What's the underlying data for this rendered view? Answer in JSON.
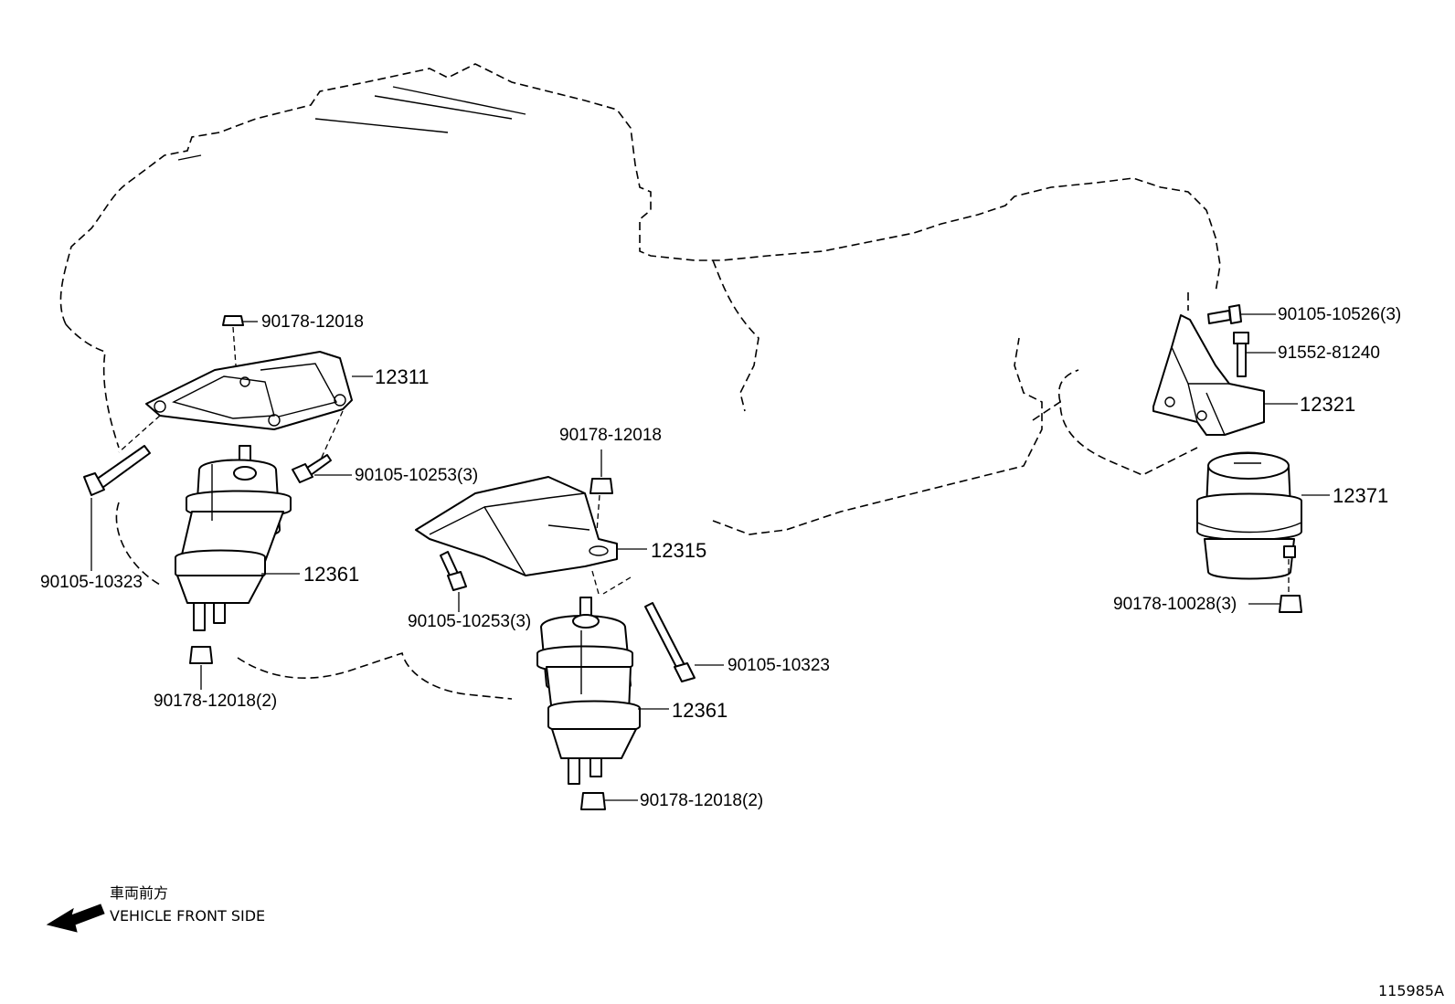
{
  "callouts": {
    "nut_top_left": "90178-12018",
    "bracket_front_left": "12311",
    "bolt_left_bracket": "90105-10253(3)",
    "bolt_left_through": "90105-10323",
    "insulator_left": "12361",
    "nut_left_bottom": "90178-12018(2)",
    "nut_center_top": "90178-12018",
    "bracket_front_right": "12315",
    "bolt_center_bracket": "90105-10253(3)",
    "bolt_center_through": "90105-10323",
    "insulator_center": "12361",
    "nut_center_bottom": "90178-12018(2)",
    "bolt_rear_bracket": "90105-10526(3)",
    "bolt_rear_vertical": "91552-81240",
    "bracket_rear": "12321",
    "insulator_rear": "12371",
    "nut_rear": "90178-10028(3)"
  },
  "direction": {
    "label_jp": "車両前方",
    "label_en": "VEHICLE FRONT SIDE"
  },
  "figure_id": "115985A"
}
